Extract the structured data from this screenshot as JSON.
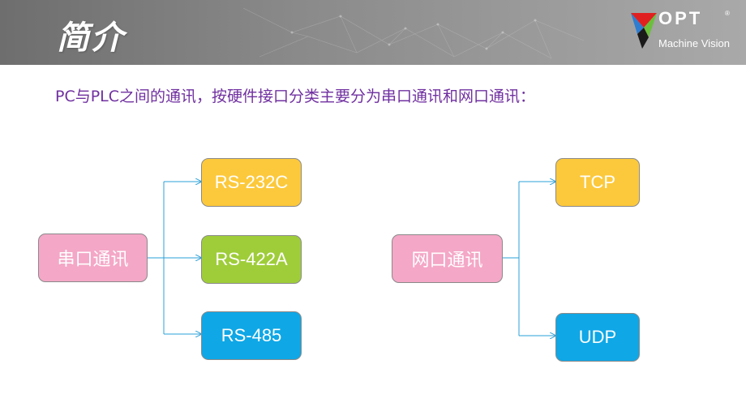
{
  "header": {
    "title": "简介",
    "logo": {
      "brand": "OPT",
      "reg": "®",
      "subtitle": "Machine Vision"
    }
  },
  "intro": "PC与PLC之间的通讯，按硬件接口分类主要分为串口通讯和网口通讯：",
  "diagram": {
    "serial": {
      "label": "串口通讯",
      "children": [
        "RS-232C",
        "RS-422A",
        "RS-485"
      ]
    },
    "network": {
      "label": "网口通讯",
      "children": [
        "TCP",
        "UDP"
      ]
    }
  },
  "colors": {
    "intro_text": "#7030a0",
    "connector": "#2aa0d8",
    "pink": "#f4a7c6",
    "yellow": "#fcc93c",
    "green": "#9fcd3a",
    "blue": "#0fa7e6"
  }
}
